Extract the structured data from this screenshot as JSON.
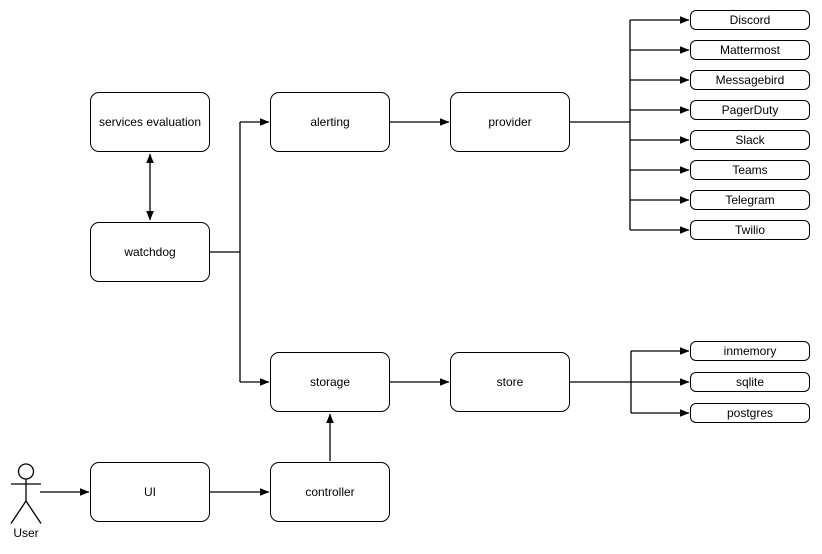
{
  "diagram": {
    "nodes": {
      "services_evaluation": {
        "label": "services evaluation"
      },
      "watchdog": {
        "label": "watchdog"
      },
      "alerting": {
        "label": "alerting"
      },
      "provider": {
        "label": "provider"
      },
      "storage": {
        "label": "storage"
      },
      "store": {
        "label": "store"
      },
      "ui": {
        "label": "UI"
      },
      "controller": {
        "label": "controller"
      }
    },
    "providers": [
      "Discord",
      "Mattermost",
      "Messagebird",
      "PagerDuty",
      "Slack",
      "Teams",
      "Telegram",
      "Twilio"
    ],
    "stores": [
      "inmemory",
      "sqlite",
      "postgres"
    ],
    "actor": {
      "label": "User"
    },
    "colors": {
      "stroke": "#000000",
      "node_fill": "#ffffff",
      "background": "#ffffff"
    }
  }
}
